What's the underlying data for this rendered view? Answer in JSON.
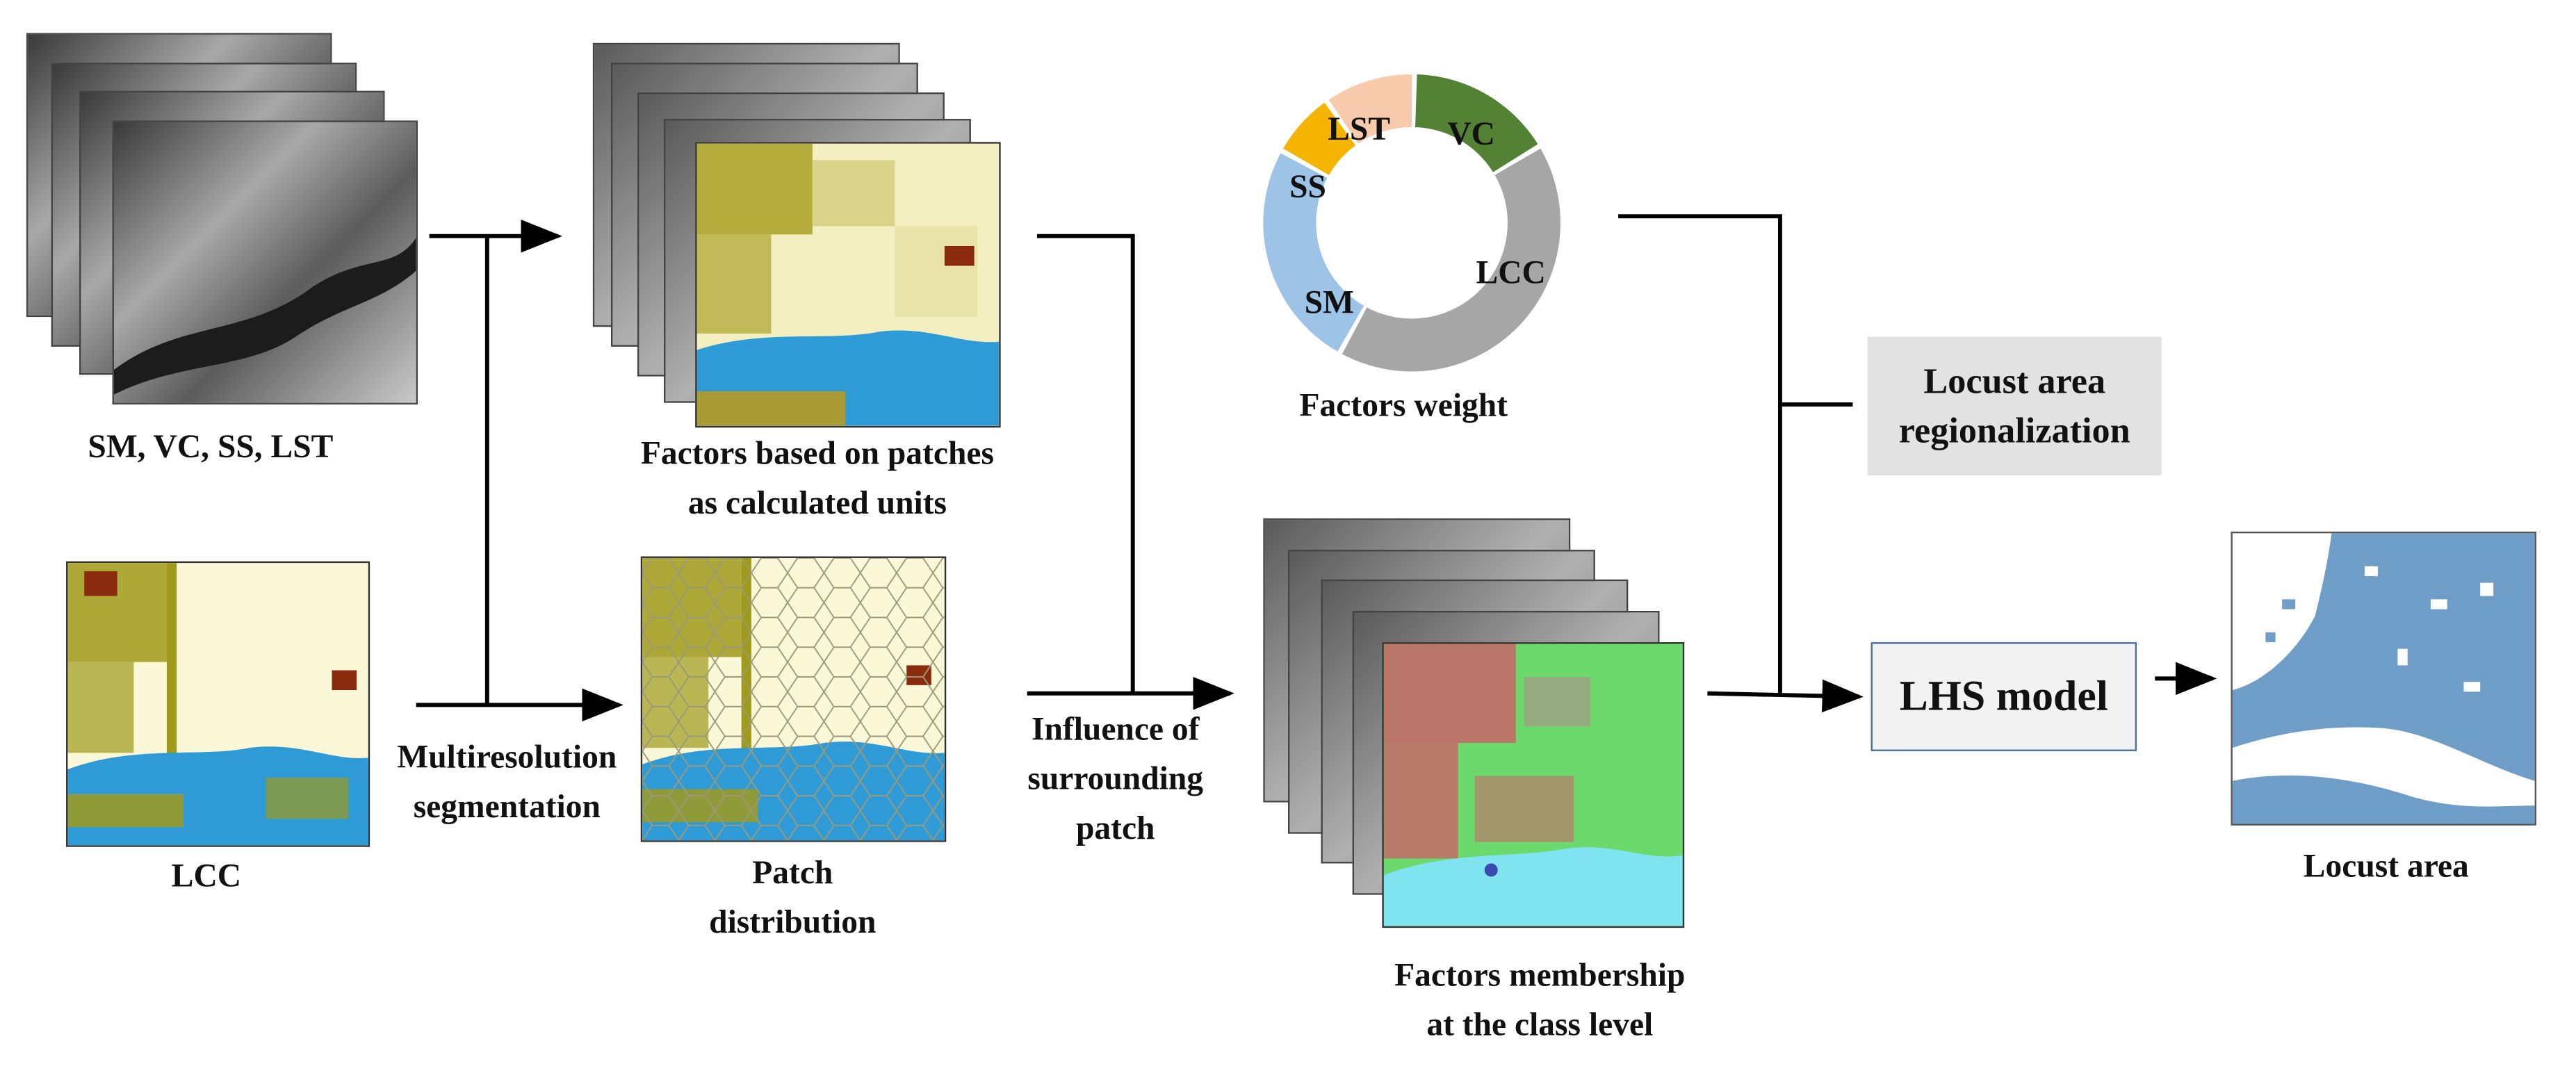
{
  "labels": {
    "inputs": "SM, VC, SS, LST",
    "lcc": "LCC",
    "segmentation": [
      "Multiresolution",
      "segmentation"
    ],
    "patch_distribution": [
      "Patch",
      "distribution"
    ],
    "factors_patches": [
      "Factors based on patches",
      "as calculated units"
    ],
    "influence": [
      "Influence of",
      "surrounding",
      "patch"
    ],
    "factors_weight": "Factors weight",
    "membership": [
      "Factors membership",
      "at the class level"
    ],
    "regionalization": [
      "Locust area",
      "regionalization"
    ],
    "model": "LHS model",
    "locust_area": "Locust area"
  },
  "donut": {
    "segments": [
      {
        "label": "VC",
        "color": "#548235"
      },
      {
        "label": "LCC",
        "color": "#a6a6a6"
      },
      {
        "label": "SM",
        "color": "#9dc3e6"
      },
      {
        "label": "SS",
        "color": "#f4b400"
      },
      {
        "label": "LST",
        "color": "#f8cbad"
      }
    ]
  },
  "colors": {
    "water": "#2e9bd6",
    "lcc_yellow": "#fbf8d8",
    "olive": "#a09a1c",
    "brown": "#8a2b0e",
    "membership_green": "#6cd96c",
    "membership_red": "#c46a6a",
    "membership_cyan": "#7fe3f0",
    "locust_blue": "#6e9ec7",
    "regionalization_bg": "#e2e2e2",
    "model_border": "#4a6fa5"
  }
}
